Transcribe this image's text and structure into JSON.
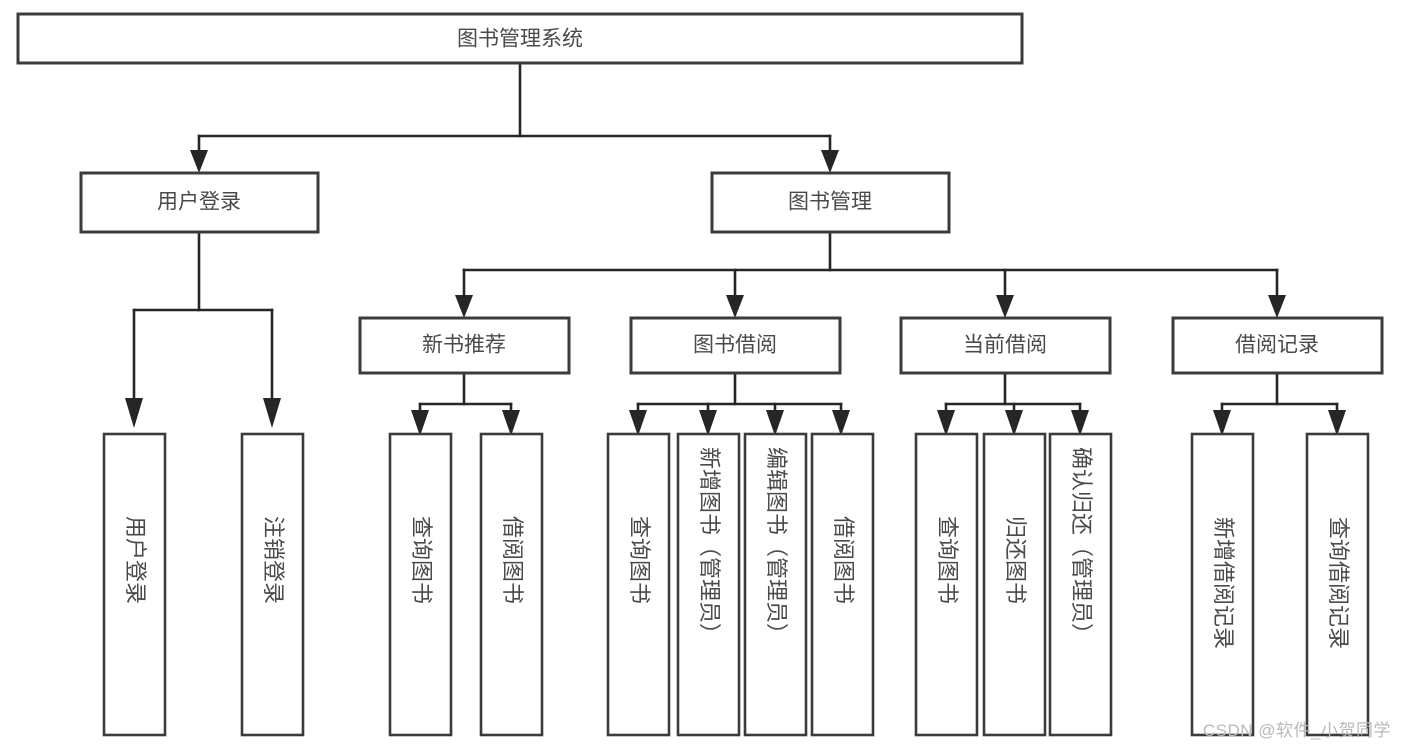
{
  "diagram": {
    "title": "图书管理系统",
    "kind": "tree-structure-chart",
    "watermark": "CSDN @软件_小贺同学",
    "colors": {
      "background": "#ffffff",
      "box_stroke": "#3b3b3b",
      "connector": "#262626",
      "text": "#4a4a4a",
      "watermark": "#b9b9b9"
    },
    "root": {
      "label": "图书管理系统",
      "orientation": "horizontal"
    },
    "level1": [
      {
        "label": "用户登录",
        "orientation": "horizontal"
      },
      {
        "label": "图书管理",
        "orientation": "horizontal"
      }
    ],
    "level2": [
      {
        "label": "新书推荐",
        "orientation": "horizontal"
      },
      {
        "label": "图书借阅",
        "orientation": "horizontal"
      },
      {
        "label": "当前借阅",
        "orientation": "horizontal"
      },
      {
        "label": "借阅记录",
        "orientation": "horizontal"
      }
    ],
    "leaves": {
      "user_login": [
        {
          "label": "用户登录",
          "orientation": "vertical"
        },
        {
          "label": "注销登录",
          "orientation": "vertical"
        }
      ],
      "new_book_recommend": [
        {
          "label": "查询图书",
          "orientation": "vertical"
        },
        {
          "label": "借阅图书",
          "orientation": "vertical"
        }
      ],
      "book_borrow": [
        {
          "label": "查询图书",
          "orientation": "vertical"
        },
        {
          "label": "新增图书（管理员）",
          "orientation": "vertical"
        },
        {
          "label": "编辑图书（管理员）",
          "orientation": "vertical"
        },
        {
          "label": "借阅图书",
          "orientation": "vertical"
        }
      ],
      "current_borrow": [
        {
          "label": "查询图书",
          "orientation": "vertical"
        },
        {
          "label": "归还图书",
          "orientation": "vertical"
        },
        {
          "label": "确认归还（管理员）",
          "orientation": "vertical"
        }
      ],
      "borrow_record": [
        {
          "label": "新增借阅记录",
          "orientation": "vertical"
        },
        {
          "label": "查询借阅记录",
          "orientation": "vertical"
        }
      ]
    }
  }
}
